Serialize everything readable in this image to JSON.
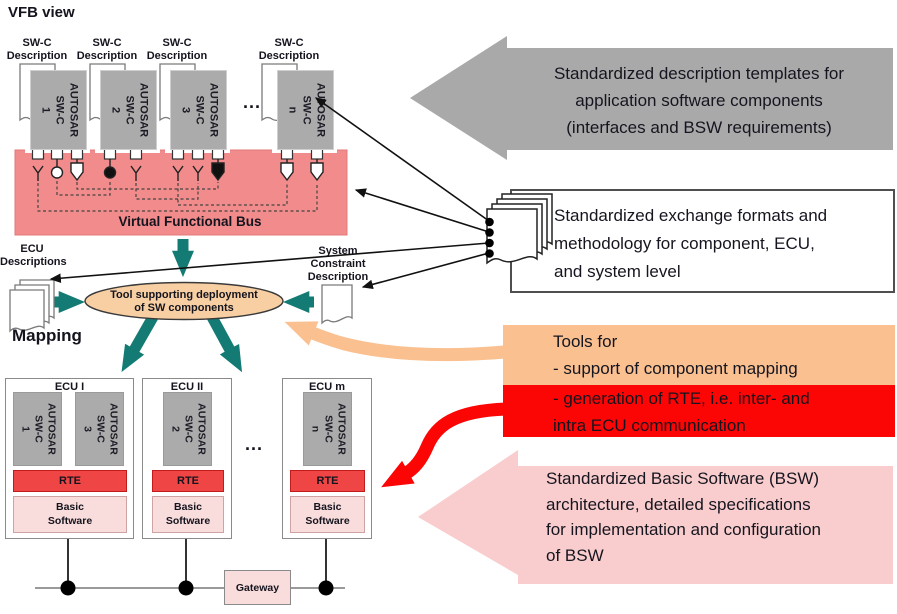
{
  "colors": {
    "vfb_pink": "#F28B8B",
    "teal_arrow": "#147B74",
    "component_gray": "#ABABAB",
    "ellipse_fill": "#F8CFA3",
    "tools_orange": "#FAC090",
    "tools_red": "#FB0505",
    "gray_callout_arrow": "#A9A9A9",
    "pink_callout_arrow": "#F9CDCD",
    "rte_red": "#F04545",
    "basic_software_pink": "#F9DCDC"
  },
  "labels": {
    "vfb_view_title": "VFB view",
    "mapping_title": "Mapping",
    "bus": "Virtual Functional Bus",
    "sw_description": "SW-C\nDescription",
    "ecu_descriptions": "ECU\nDescriptions",
    "system_constraint": "System Constraint\nDescription",
    "tool_ellipse": "Tool supporting deployment\nof SW components",
    "gateway": "Gateway",
    "ellipsis_top": "...",
    "ellipsis_bottom": "..."
  },
  "vfb_components": [
    {
      "label": "AUTOSAR\nSW-C\n1"
    },
    {
      "label": "AUTOSAR\nSW-C\n2"
    },
    {
      "label": "AUTOSAR\nSW-C\n3"
    },
    {
      "label": "AUTOSAR\nSW-C\nn"
    }
  ],
  "ecus": [
    {
      "title": "ECU I",
      "components": [
        {
          "label": "AUTOSAR\nSW-C\n1"
        },
        {
          "label": "AUTOSAR\nSW-C\n3"
        }
      ],
      "rte": "RTE",
      "basic_software": "Basic\nSoftware"
    },
    {
      "title": "ECU II",
      "components": [
        {
          "label": "AUTOSAR\nSW-C\n2"
        }
      ],
      "rte": "RTE",
      "basic_software": "Basic\nSoftware"
    },
    {
      "title": "ECU m",
      "components": [
        {
          "label": "AUTOSAR\nSW-C\nn"
        }
      ],
      "rte": "RTE",
      "basic_software": "Basic\nSoftware"
    }
  ],
  "callouts": {
    "templates": "Standardized description templates for\napplication software components\n(interfaces and BSW requirements)",
    "exchange": "Standardized exchange formats and\nmethodology for component, ECU,\nand system level",
    "tools_support": "Tools for\n- support of component mapping",
    "tools_generation": "- generation of RTE, i.e. inter- and\nintra ECU communication",
    "bsw": "Standardized Basic Software (BSW)\narchitecture, detailed specifications\nfor implementation and configuration\nof BSW"
  }
}
